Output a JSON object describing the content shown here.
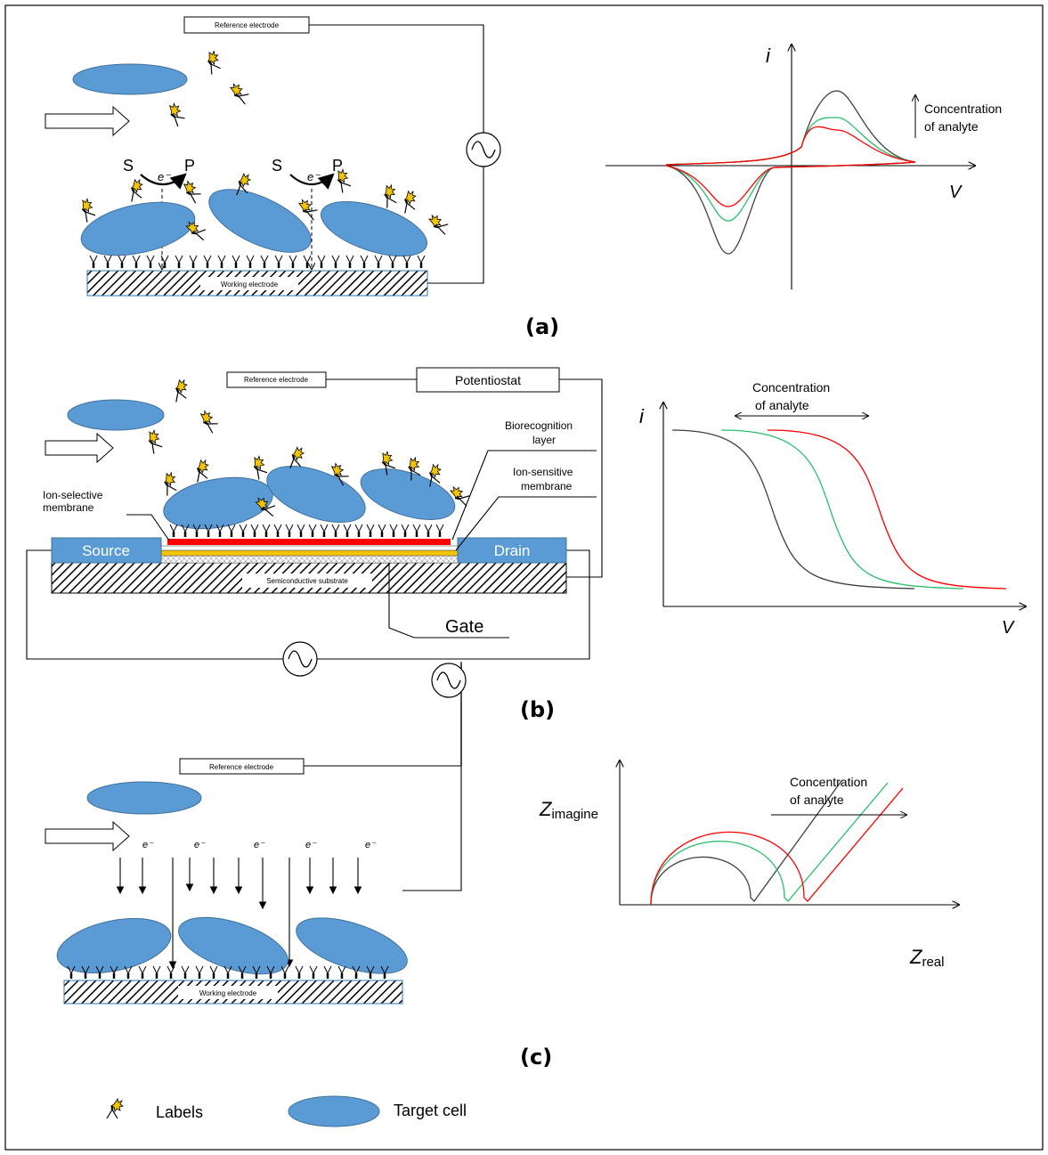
{
  "panel_a": {
    "label": "(a)",
    "reference_electrode": "Reference electrode",
    "working_electrode": "Working electrode",
    "substrate": "S",
    "product": "P",
    "electron": "e⁻",
    "chart": {
      "ylabel": "i",
      "xlabel": "V",
      "annotation_line1": "Concentration",
      "annotation_line2": "of analyte"
    }
  },
  "panel_b": {
    "label": "(b)",
    "reference_electrode": "Reference electrode",
    "potentiostat": "Potentiostat",
    "source": "Source",
    "drain": "Drain",
    "substrate": "Semiconductive substrate",
    "gate": "Gate",
    "ion_selective_line1": "Ion-selective",
    "ion_selective_line2": "membrane",
    "biorecognition_line1": "Biorecognition",
    "biorecognition_line2": "layer",
    "ion_sensitive_line1": "Ion-sensitive",
    "ion_sensitive_line2": "membrane",
    "chart": {
      "ylabel": "i",
      "xlabel": "V",
      "annotation_line1": "Concentration",
      "annotation_line2": "of analyte"
    }
  },
  "panel_c": {
    "label": "(c)",
    "reference_electrode": "Reference electrode",
    "working_electrode": "Working electrode",
    "electron": "e⁻",
    "chart": {
      "ylabel_main": "Z",
      "ylabel_sub": "imagine",
      "xlabel_main": "Z",
      "xlabel_sub": "real",
      "annotation_line1": "Concentration",
      "annotation_line2": "of analyte"
    }
  },
  "legend": {
    "labels": "Labels",
    "target_cell": "Target cell"
  },
  "colors": {
    "cell_fill": "#5b9bd5",
    "series_low": "#404040",
    "series_mid": "#2bbf6e",
    "series_high": "#ff0000",
    "biorecognition": "#ff0000",
    "ion_sensitive": "#f5c400"
  }
}
